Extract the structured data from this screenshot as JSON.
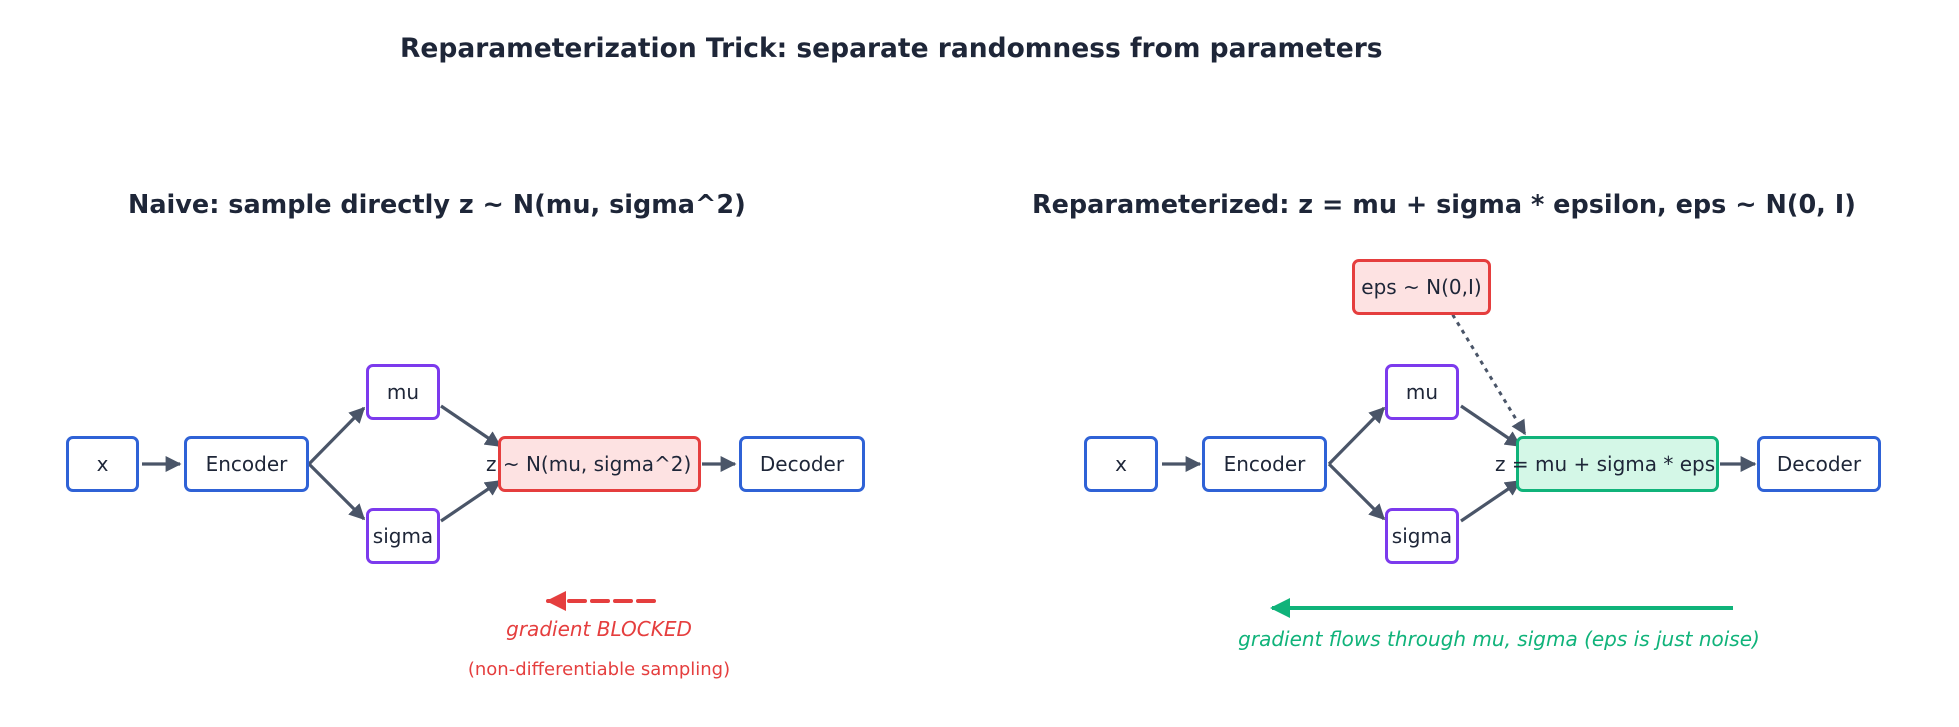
{
  "title": "Reparameterization Trick: separate randomness from parameters",
  "colors": {
    "text": "#1e2638",
    "arrow": "#4a5568",
    "blue": "#2f62d6",
    "purple": "#7c3aed",
    "red": "#e53e3e",
    "red_fill": "#fde2e2",
    "green": "#10b37a",
    "green_fill": "#d4f7e7"
  },
  "naive": {
    "title": "Naive: sample directly  z ~ N(mu, sigma^2)",
    "nodes": {
      "x": "x",
      "encoder": "Encoder",
      "mu": "mu",
      "sigma": "sigma",
      "z": "z ~ N(mu, sigma^2)",
      "decoder": "Decoder"
    },
    "gradient_label": "gradient BLOCKED",
    "gradient_sublabel": "(non-differentiable sampling)"
  },
  "reparam": {
    "title": "Reparameterized:  z = mu + sigma * epsilon,  eps ~ N(0, I)",
    "nodes": {
      "eps": "eps ~ N(0,I)",
      "x": "x",
      "encoder": "Encoder",
      "mu": "mu",
      "sigma": "sigma",
      "z": "z = mu + sigma * eps",
      "decoder": "Decoder"
    },
    "gradient_label": "gradient flows through  mu, sigma  (eps is just noise)"
  }
}
